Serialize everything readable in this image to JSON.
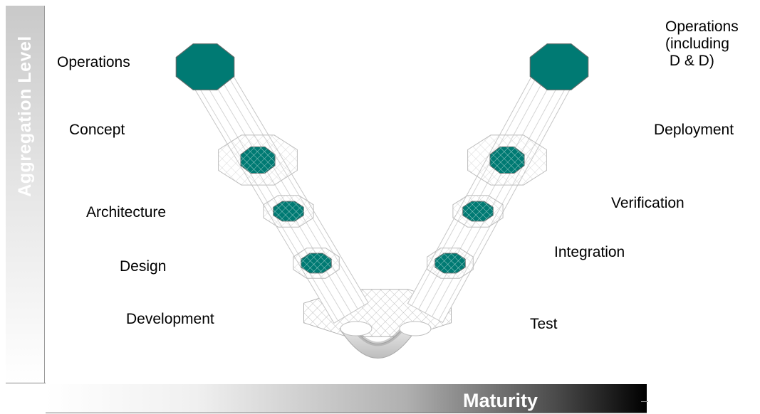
{
  "axes": {
    "vertical_title": "Aggregation Level",
    "horizontal_title": "Maturity"
  },
  "left_labels": {
    "operations": "Operations",
    "concept": "Concept",
    "architecture": "Architecture",
    "design": "Design",
    "development": "Development"
  },
  "right_labels": {
    "operations_dd": "Operations\n(including\n D & D)",
    "deployment": "Deployment",
    "verification": "Verification",
    "integration": "Integration",
    "test": "Test"
  },
  "colors": {
    "teal": "#007a73",
    "teal_stroke": "#5a6a68",
    "grid": "#b0b0b0"
  }
}
